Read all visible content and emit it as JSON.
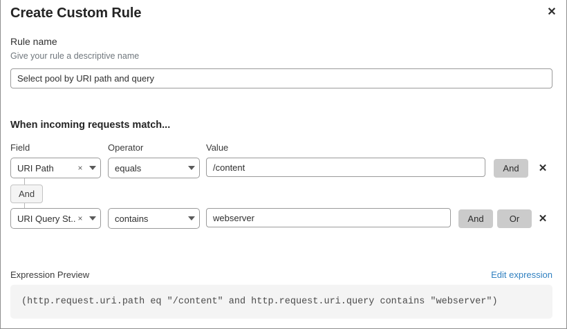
{
  "dialog": {
    "title": "Create Custom Rule",
    "close_label": "✕",
    "close_icon": "close-icon"
  },
  "rule_name": {
    "label": "Rule name",
    "help_text": "Give your rule a descriptive name",
    "value": "Select pool by URI path and query",
    "placeholder": "Rule name"
  },
  "conditions": {
    "heading": "When incoming requests match...",
    "columns": {
      "field": "Field",
      "operator": "Operator",
      "value": "Value"
    },
    "connector": {
      "label": "And"
    },
    "rows": [
      {
        "field": "URI Path",
        "field_clear_icon": "×",
        "field_caret_icon": "chevron-down-icon",
        "operator": "equals",
        "operator_caret_icon": "chevron-down-icon",
        "value": "/content",
        "value_placeholder": "Value",
        "and_label": "And",
        "or_label": null,
        "remove_label": "✕"
      },
      {
        "field": "URI Query St...",
        "field_clear_icon": "×",
        "field_caret_icon": "chevron-down-icon",
        "operator": "contains",
        "operator_caret_icon": "chevron-down-icon",
        "value": "webserver",
        "value_placeholder": "Value",
        "and_label": "And",
        "or_label": "Or",
        "remove_label": "✕"
      }
    ]
  },
  "expression_preview": {
    "label": "Expression Preview",
    "edit_link": "Edit expression",
    "expression": "(http.request.uri.path eq \"/content\" and http.request.uri.query contains \"webserver\")"
  },
  "colors": {
    "link": "#3080c0",
    "pill_button_bg": "#cbcbcb",
    "preview_bg": "#f4f4f4",
    "border": "#9a9a9a"
  }
}
